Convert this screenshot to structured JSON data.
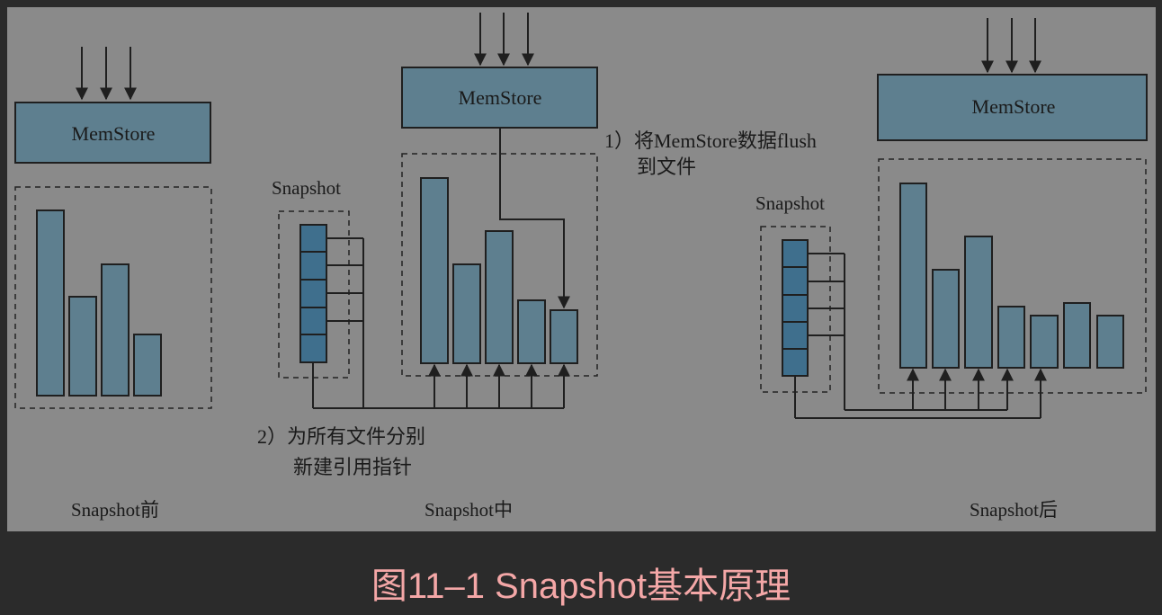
{
  "panels": {
    "before": {
      "memstore_label": "MemStore",
      "caption": "Snapshot前"
    },
    "during": {
      "memstore_label": "MemStore",
      "snapshot_label": "Snapshot",
      "note_flush_line1": "1）将MemStore数据flush",
      "note_flush_line2": "到文件",
      "note_ref_line1": "2）为所有文件分别",
      "note_ref_line2": "新建引用指针",
      "caption": "Snapshot中"
    },
    "after": {
      "memstore_label": "MemStore",
      "snapshot_label": "Snapshot",
      "caption": "Snapshot后"
    }
  },
  "figure_caption": "图11–1 Snapshot基本原理",
  "colors": {
    "background": "#2b2b2b",
    "panel": "#8a8a8a",
    "box_fill": "#5e7f8f",
    "snapshot_cell": "#3f6f8d",
    "caption": "#f4a7a7"
  }
}
